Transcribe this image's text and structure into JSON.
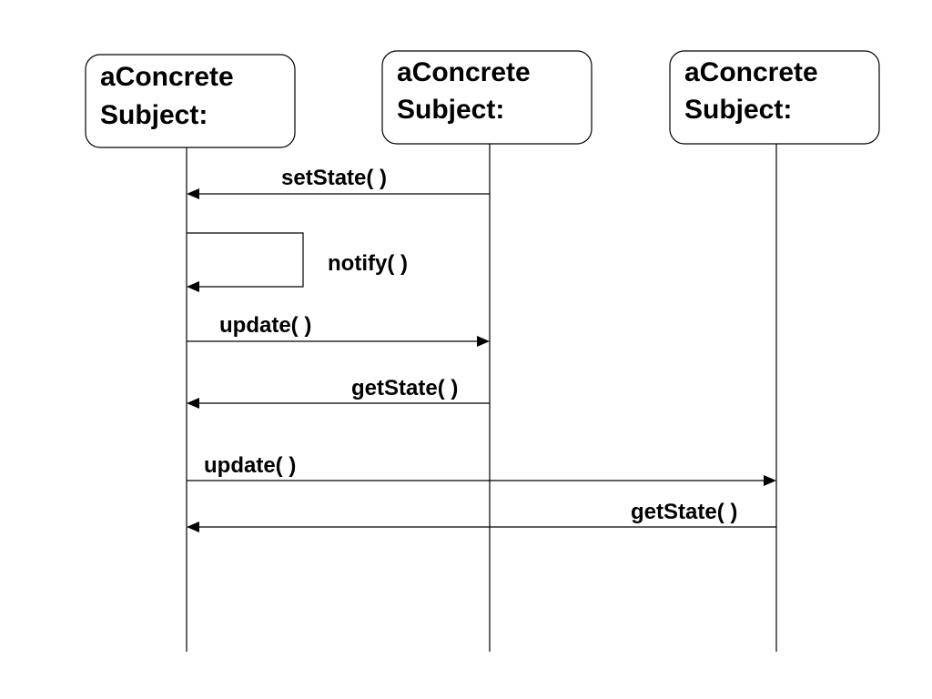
{
  "objects": [
    {
      "line1": "aConcrete",
      "line2": "Subject:"
    },
    {
      "line1": "aConcrete",
      "line2": "Subject:"
    },
    {
      "line1": "aConcrete",
      "line2": "Subject:"
    }
  ],
  "messages": [
    {
      "label": "setState( )",
      "from": 1,
      "to": 0
    },
    {
      "label": "notify( )",
      "from": 0,
      "to": 0
    },
    {
      "label": "update( )",
      "from": 0,
      "to": 1
    },
    {
      "label": "getState( )",
      "from": 1,
      "to": 0
    },
    {
      "label": "update( )",
      "from": 0,
      "to": 2
    },
    {
      "label": "getState( )",
      "from": 2,
      "to": 0
    }
  ]
}
